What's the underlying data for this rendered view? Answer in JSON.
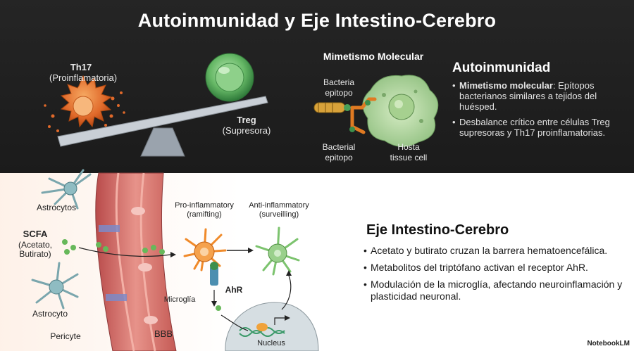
{
  "title": "Autoinmunidad y Eje Intestino-Cerebro",
  "top": {
    "th17": {
      "name": "Th17",
      "desc": "(Proinflamatoria)"
    },
    "treg": {
      "name": "Treg",
      "desc": "(Supresora)"
    },
    "mimic_title": "Mimetismo Molecular",
    "bacteria_label_top": "Bacteria\nepitopo",
    "bacteria_label_bottom": "Bacterial\nepitopo",
    "host_label": "Hosta\ntissue cell",
    "section_heading": "Autoinmunidad",
    "bullets": [
      {
        "bold": "Mimetismo molecular",
        "text": ": Epítopos bacterianos similares a tejidos del huésped."
      },
      {
        "bold": "",
        "text": "Desbalance crítico entre células Treg supresoras y Th17 proinflamatorias."
      }
    ]
  },
  "bottom": {
    "astrocytos": "Astrocytos",
    "scfa": "SCFA",
    "scfa_detail": "(Acetato,\nButirato)",
    "astrocyto": "Astrocyto",
    "pericyte": "Pericyte",
    "bbb": "BBB",
    "pro_inflam": "Pro-inflammatory\n(ramifting)",
    "anti_inflam": "Anti-inflammatory\n(surveilling)",
    "microglia": "Microglía",
    "ahr": "AhR",
    "nucleus": "Nucleus",
    "section_heading": "Eje Intestino-Cerebro",
    "bullets": [
      "Acetato y butirato cruzan la barrera hematoencefálica.",
      "Metabolitos del triptófano activan el receptor AhR.",
      "Modulación de la microglía, afectando neuroinflamación y plasticidad neuronal."
    ]
  },
  "brand": "NotebookLM",
  "colors": {
    "th17": "#e8782e",
    "treg": "#5fae5f",
    "dark_bg": "#1e1e1e",
    "vessel": "#d9706a",
    "microglia_pro": "#f08a2a",
    "microglia_anti": "#7cc36e"
  }
}
